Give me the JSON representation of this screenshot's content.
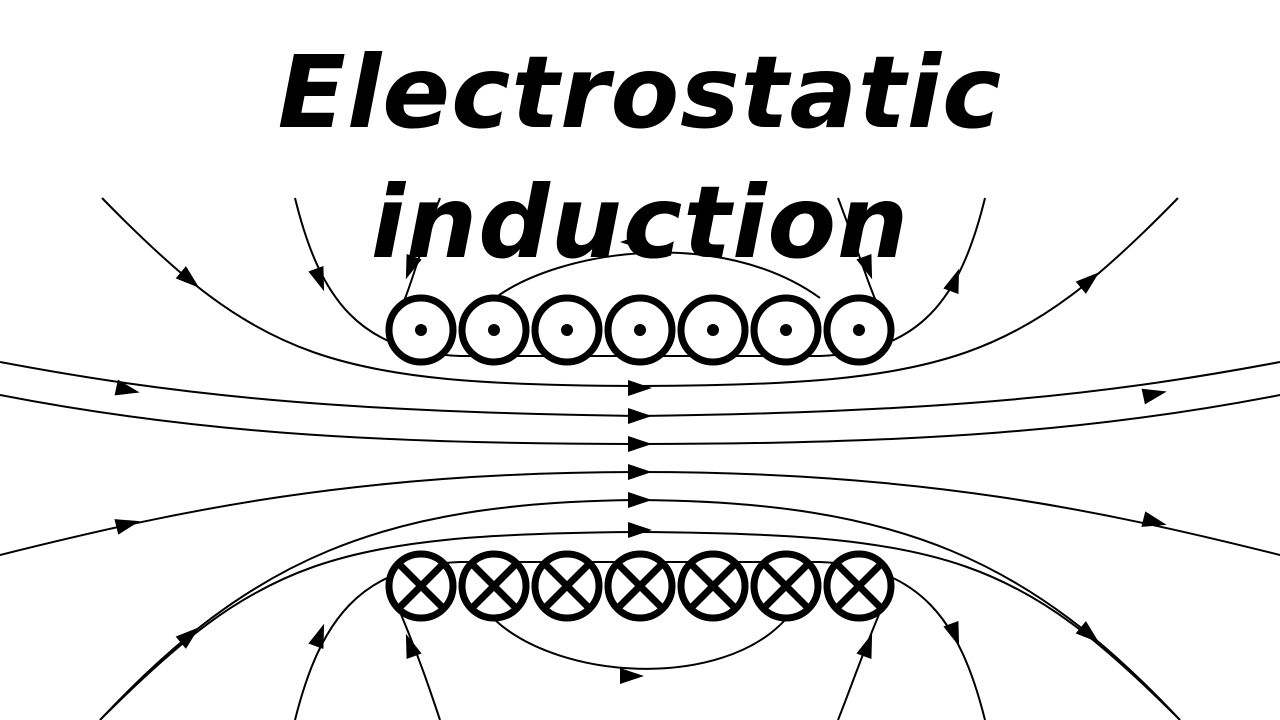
{
  "title": "Electrostatic induction",
  "colors": {
    "ink": "#000000",
    "background": "#ffffff"
  },
  "diagram": {
    "top_row": {
      "count": 7,
      "symbol": "dot"
    },
    "bottom_row": {
      "count": 7,
      "symbol": "cross"
    }
  }
}
